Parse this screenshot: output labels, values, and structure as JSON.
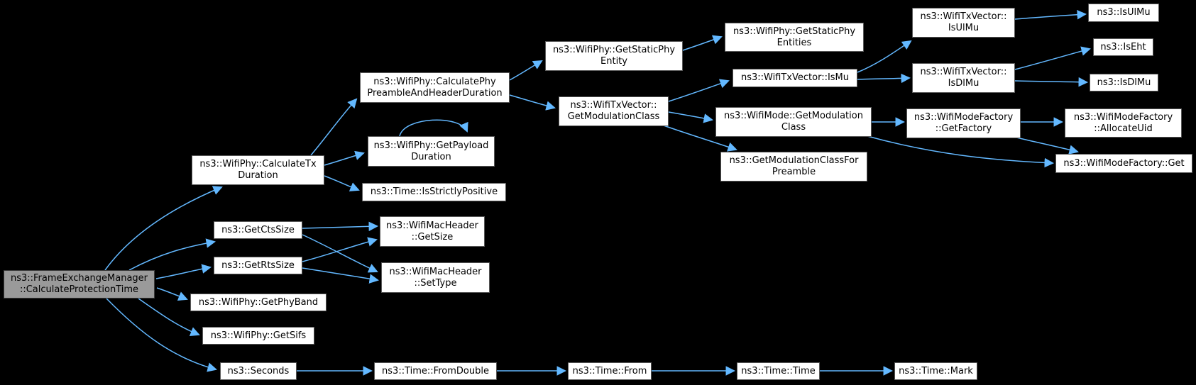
{
  "diagram": {
    "background_color": "#000000",
    "edge_color": "#63b8ff",
    "node_fill": "#ffffff",
    "node_border": "#5a5a5a",
    "root_node_fill": "#9a9a9a",
    "text_color": "#000000"
  },
  "nodes": [
    {
      "id": "root",
      "label": "ns3::FrameExchangeManager\n::CalculateProtectionTime"
    },
    {
      "id": "calcTx",
      "label": "ns3::WifiPhy::CalculateTx\nDuration"
    },
    {
      "id": "cts",
      "label": "ns3::GetCtsSize"
    },
    {
      "id": "rts",
      "label": "ns3::GetRtsSize"
    },
    {
      "id": "phyband",
      "label": "ns3::WifiPhy::GetPhyBand"
    },
    {
      "id": "sifs",
      "label": "ns3::WifiPhy::GetSifs"
    },
    {
      "id": "seconds",
      "label": "ns3::Seconds"
    },
    {
      "id": "calcPhy",
      "label": "ns3::WifiPhy::CalculatePhy\nPreambleAndHeaderDuration"
    },
    {
      "id": "payload",
      "label": "ns3::WifiPhy::GetPayload\nDuration"
    },
    {
      "id": "strictpos",
      "label": "ns3::Time::IsStrictlyPositive"
    },
    {
      "id": "getsize",
      "label": "ns3::WifiMacHeader\n::GetSize"
    },
    {
      "id": "settype",
      "label": "ns3::WifiMacHeader\n::SetType"
    },
    {
      "id": "fromdouble",
      "label": "ns3::Time::FromDouble"
    },
    {
      "id": "from",
      "label": "ns3::Time::From"
    },
    {
      "id": "time",
      "label": "ns3::Time::Time"
    },
    {
      "id": "mark",
      "label": "ns3::Time::Mark"
    },
    {
      "id": "staticEntity",
      "label": "ns3::WifiPhy::GetStaticPhy\nEntity"
    },
    {
      "id": "txvGetMod",
      "label": "ns3::WifiTxVector::\nGetModulationClass"
    },
    {
      "id": "staticEntities",
      "label": "ns3::WifiPhy::GetStaticPhy\nEntities"
    },
    {
      "id": "isMu",
      "label": "ns3::WifiTxVector::IsMu"
    },
    {
      "id": "modeGetMod",
      "label": "ns3::WifiMode::GetModulation\nClass"
    },
    {
      "id": "preamble",
      "label": "ns3::GetModulationClassFor\nPreamble"
    },
    {
      "id": "txvIsUlMu",
      "label": "ns3::WifiTxVector::\nIsUlMu"
    },
    {
      "id": "txvIsDlMu",
      "label": "ns3::WifiTxVector::\nIsDlMu"
    },
    {
      "id": "getFactory",
      "label": "ns3::WifiModeFactory\n::GetFactory"
    },
    {
      "id": "isUlMu",
      "label": "ns3::IsUlMu"
    },
    {
      "id": "isEht",
      "label": "ns3::IsEht"
    },
    {
      "id": "isDlMu",
      "label": "ns3::IsDlMu"
    },
    {
      "id": "allocateUid",
      "label": "ns3::WifiModeFactory\n::AllocateUid"
    },
    {
      "id": "get",
      "label": "ns3::WifiModeFactory::Get"
    }
  ],
  "edges": [
    {
      "from": "root",
      "to": "calcTx"
    },
    {
      "from": "root",
      "to": "cts"
    },
    {
      "from": "root",
      "to": "rts"
    },
    {
      "from": "root",
      "to": "phyband"
    },
    {
      "from": "root",
      "to": "sifs"
    },
    {
      "from": "root",
      "to": "seconds"
    },
    {
      "from": "calcTx",
      "to": "calcPhy"
    },
    {
      "from": "calcTx",
      "to": "payload"
    },
    {
      "from": "calcTx",
      "to": "strictpos"
    },
    {
      "from": "payload",
      "to": "payload"
    },
    {
      "from": "calcPhy",
      "to": "staticEntity"
    },
    {
      "from": "calcPhy",
      "to": "txvGetMod"
    },
    {
      "from": "staticEntity",
      "to": "staticEntities"
    },
    {
      "from": "txvGetMod",
      "to": "isMu"
    },
    {
      "from": "txvGetMod",
      "to": "modeGetMod"
    },
    {
      "from": "txvGetMod",
      "to": "preamble"
    },
    {
      "from": "isMu",
      "to": "txvIsUlMu"
    },
    {
      "from": "isMu",
      "to": "txvIsDlMu"
    },
    {
      "from": "txvIsUlMu",
      "to": "isUlMu"
    },
    {
      "from": "txvIsDlMu",
      "to": "isEht"
    },
    {
      "from": "txvIsDlMu",
      "to": "isDlMu"
    },
    {
      "from": "modeGetMod",
      "to": "getFactory"
    },
    {
      "from": "modeGetMod",
      "to": "get"
    },
    {
      "from": "getFactory",
      "to": "allocateUid"
    },
    {
      "from": "getFactory",
      "to": "get"
    },
    {
      "from": "cts",
      "to": "getsize"
    },
    {
      "from": "cts",
      "to": "settype"
    },
    {
      "from": "rts",
      "to": "getsize"
    },
    {
      "from": "rts",
      "to": "settype"
    },
    {
      "from": "seconds",
      "to": "fromdouble"
    },
    {
      "from": "fromdouble",
      "to": "from"
    },
    {
      "from": "from",
      "to": "time"
    },
    {
      "from": "time",
      "to": "mark"
    }
  ]
}
